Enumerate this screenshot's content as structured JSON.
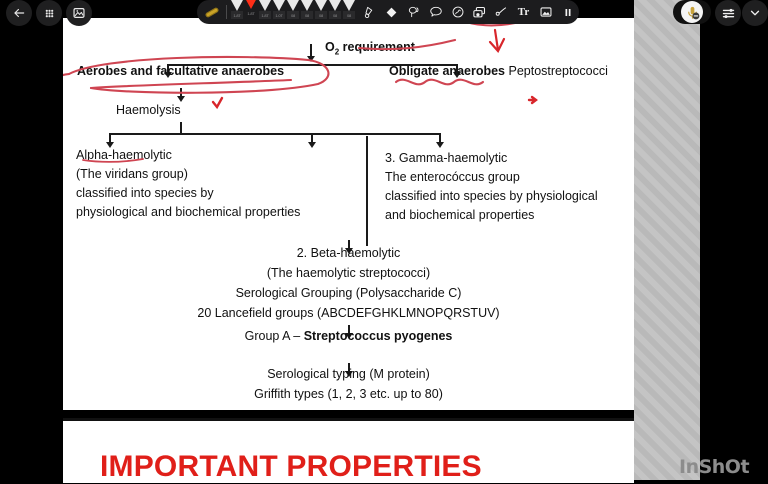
{
  "app": {
    "name": "InShot",
    "watermark": "InShOt"
  },
  "topbar": {
    "back_icon": "back-arrow-icon",
    "apps_icon": "grid-apps-icon",
    "gallery_icon": "image-gallery-icon",
    "mic_icon": "microphone-muted-icon",
    "layers_icon": "layers-list-icon",
    "chevron_icon": "chevron-down-icon"
  },
  "toolbar": {
    "pen_icon": "pen-nib-icon",
    "swatches": [
      {
        "name": "pen-thin",
        "label": "1.8T",
        "selected": false
      },
      {
        "name": "pen-red-selected",
        "label": "1.8T",
        "selected": true
      },
      {
        "name": "pen-3",
        "label": "1.8T",
        "selected": false
      },
      {
        "name": "pen-4",
        "label": "1.0T",
        "selected": false
      },
      {
        "name": "pen-5",
        "label": "08",
        "selected": false
      },
      {
        "name": "pen-6",
        "label": "08",
        "selected": false
      },
      {
        "name": "pen-7",
        "label": "08",
        "selected": false
      },
      {
        "name": "pen-8",
        "label": "08",
        "selected": false
      },
      {
        "name": "pen-9",
        "label": "08",
        "selected": false
      }
    ],
    "tools": [
      {
        "name": "highlighter-icon",
        "label": "Highlighter"
      },
      {
        "name": "eraser-icon",
        "label": "Eraser"
      },
      {
        "name": "lasso-select-icon",
        "label": "Lasso"
      },
      {
        "name": "speech-bubble-icon",
        "label": "Comment"
      },
      {
        "name": "stamp-icon",
        "label": "Stamp"
      },
      {
        "name": "duplicate-icon",
        "label": "Duplicate"
      },
      {
        "name": "signature-icon",
        "label": "Signature"
      },
      {
        "name": "text-tool-icon",
        "label": "Tr"
      },
      {
        "name": "insert-image-icon",
        "label": "Image"
      },
      {
        "name": "pause-icon",
        "label": "Pause"
      }
    ]
  },
  "slide": {
    "title_node": {
      "text": "O",
      "subscript": "2",
      "suffix": " requirement"
    },
    "branch_left": {
      "bold": "Aerobes",
      "rest": " and facultative anaerobes"
    },
    "branch_right": {
      "bold": "Obligate anaerobes",
      "rest": " Peptostreptococci"
    },
    "haemolysis": "Haemolysis",
    "alpha": {
      "lines": [
        "Alpha-haemolytic",
        "(The  viridans  group)",
        "classified  into  species  by",
        "physiological  and  biochemical  properties"
      ]
    },
    "gamma": {
      "lines": [
        "3.  Gamma-haemolytic",
        "The  enterocóccus  group",
        "classified  into  species  by  physiological",
        "and  biochemical  properties"
      ]
    },
    "beta": {
      "lines": [
        "2.  Beta-haemolytic",
        "(The  haemolytic  streptococci)",
        "Serological  Grouping  (Polysaccharide  C)",
        "20  Lancefield  groups  (ABCDEFGHKLMNOPQRSTUV)"
      ],
      "group_a_prefix": "Group  A  –  ",
      "group_a_bold": "Streptococcus  pyogenes",
      "tail_lines": [
        "Serological  typing  (M  protein)",
        "Griffith  types  (1,  2,  3  etc.  up  to  80)"
      ]
    }
  },
  "slide2": {
    "heading": "IMPORTANT PROPERTIES"
  },
  "colors": {
    "annotation_red": "#d0404a",
    "heading_red": "#e01f19",
    "toolbar_bg": "#1c1c1e",
    "selected_pen": "#ff2e17"
  }
}
